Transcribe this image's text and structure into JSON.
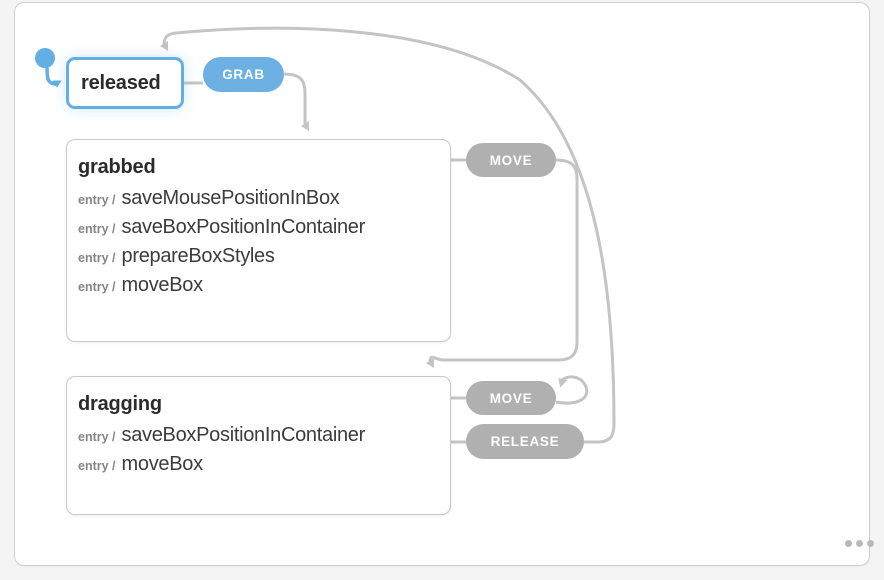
{
  "diagram": {
    "type": "statechart",
    "title": "",
    "initial_state": "released",
    "active_state": "released",
    "colors": {
      "active_border": "#63aee4",
      "active_event": "#6cb0e4",
      "event": "#b0b0b0",
      "node_border": "#c9c9c9",
      "panel_border": "#cfcfcf",
      "edge": "#c4c4c4",
      "title_text": "#2b2b2b",
      "action_text": "#3c3c3c",
      "keyword_text": "#868686"
    }
  },
  "states": [
    {
      "id": "released",
      "label": "released",
      "active": true,
      "entries": []
    },
    {
      "id": "grabbed",
      "label": "grabbed",
      "active": false,
      "entries": [
        {
          "keyword": "entry /",
          "action": "saveMousePositionInBox"
        },
        {
          "keyword": "entry /",
          "action": "saveBoxPositionInContainer"
        },
        {
          "keyword": "entry /",
          "action": "prepareBoxStyles"
        },
        {
          "keyword": "entry /",
          "action": "moveBox"
        }
      ]
    },
    {
      "id": "dragging",
      "label": "dragging",
      "active": false,
      "entries": [
        {
          "keyword": "entry /",
          "action": "saveBoxPositionInContainer"
        },
        {
          "keyword": "entry /",
          "action": "moveBox"
        }
      ]
    }
  ],
  "events": [
    {
      "id": "grab",
      "label": "GRAB",
      "from": "released",
      "to": "grabbed",
      "style": "blue"
    },
    {
      "id": "move-g",
      "label": "MOVE",
      "from": "grabbed",
      "to": "dragging",
      "style": "gray"
    },
    {
      "id": "move-d",
      "label": "MOVE",
      "from": "dragging",
      "to": "dragging",
      "style": "gray"
    },
    {
      "id": "release",
      "label": "RELEASE",
      "from": "dragging",
      "to": "released",
      "style": "gray"
    }
  ],
  "controls": {
    "overflow_menu": "•••"
  }
}
